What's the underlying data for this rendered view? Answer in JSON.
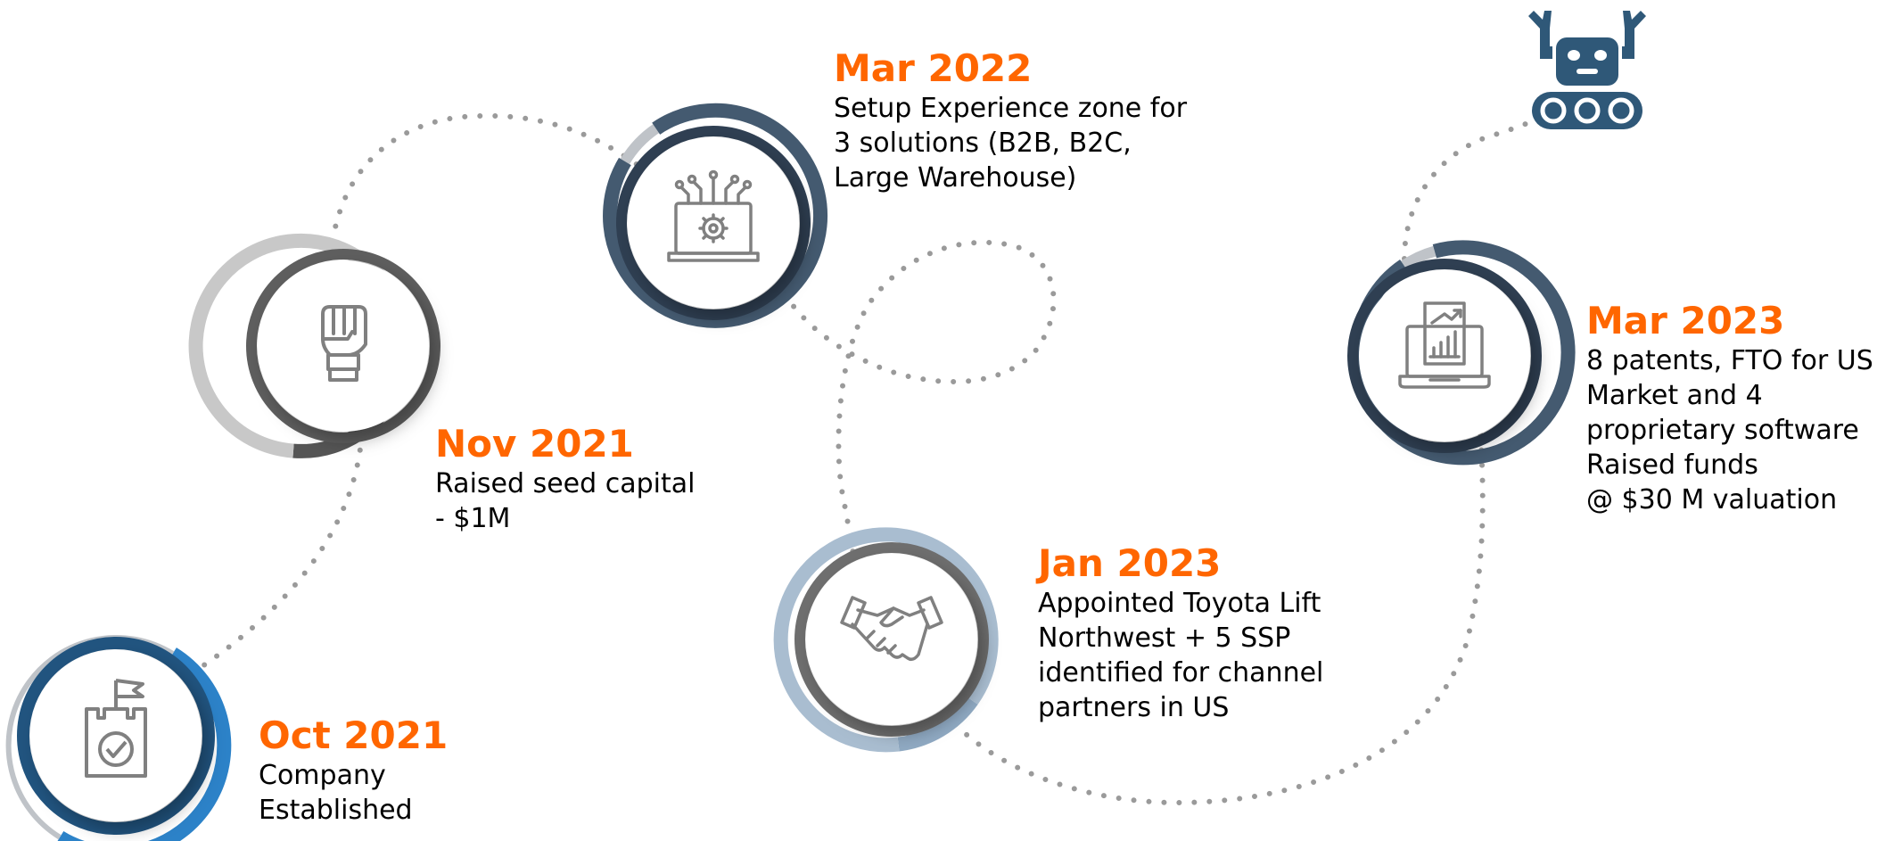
{
  "colors": {
    "accent": "#FF6600",
    "text": "#000000",
    "path": "#9A9A9A",
    "navy": "#445A70",
    "blue": "#2C82C8",
    "silver": "#BDBDBD",
    "steel": "#8FA9C2",
    "robot": "#2F5878"
  },
  "robot_icon": "robot-icon",
  "milestones": [
    {
      "date": "Oct 2021",
      "lines": [
        "Company",
        "Established"
      ],
      "icon": "certificate-flag-icon"
    },
    {
      "date": "Nov 2021",
      "lines": [
        "Raised seed capital",
        "- $1M"
      ],
      "icon": "raised-fist-icon"
    },
    {
      "date": "Mar 2022",
      "lines": [
        "Setup Experience zone for",
        "3 solutions (B2B, B2C,",
        "Large Warehouse)"
      ],
      "icon": "laptop-gear-icon"
    },
    {
      "date": "Jan 2023",
      "lines": [
        "Appointed Toyota Lift",
        "Northwest + 5 SSP",
        "identified for channel",
        "partners in US"
      ],
      "icon": "handshake-icon"
    },
    {
      "date": "Mar 2023",
      "lines": [
        "8 patents, FTO for US",
        "Market and 4",
        "proprietary software",
        "Raised funds",
        "@ $30 M valuation"
      ],
      "icon": "laptop-chart-icon"
    }
  ]
}
